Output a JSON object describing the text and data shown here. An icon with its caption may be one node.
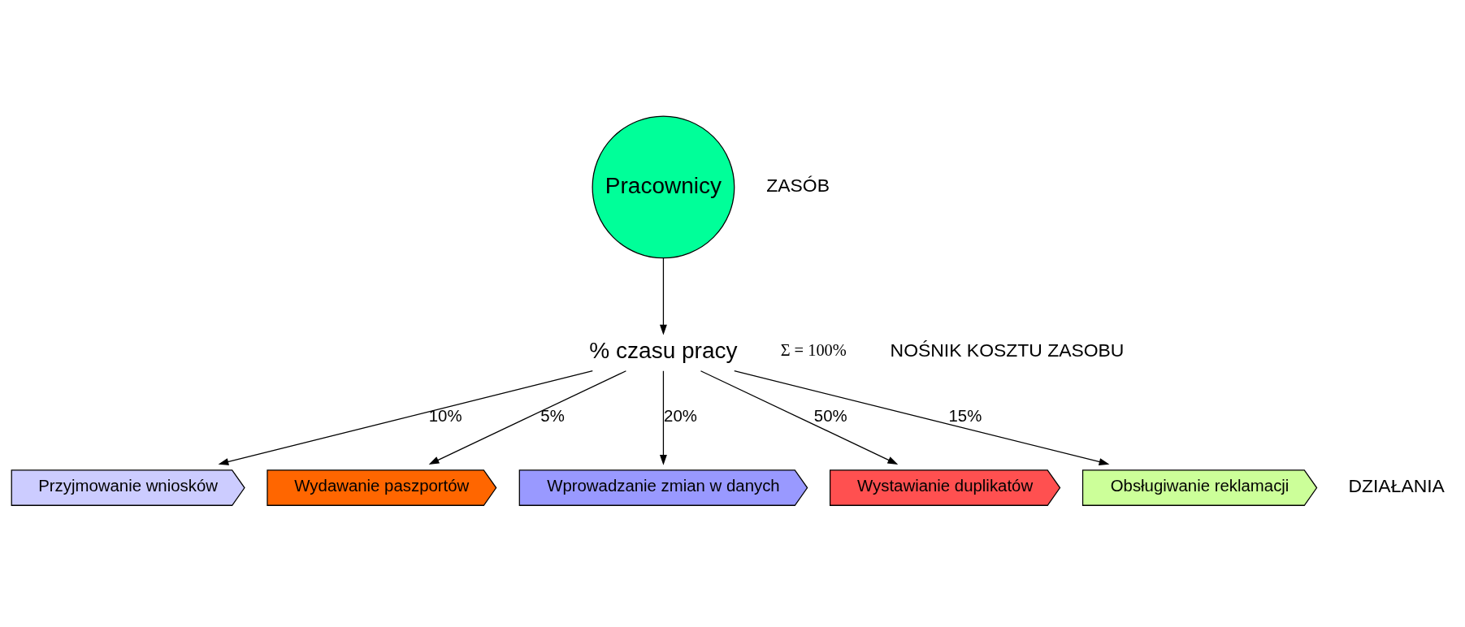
{
  "diagram": {
    "nodes": [
      {
        "text": [
          "Pracownicy"
        ]
      },
      {
        "text": [
          "% czasu pracy"
        ],
        "beside": [
          "Σ = 100%"
        ]
      },
      {
        "text": [
          "Przyjmowanie wniosków"
        ]
      },
      {
        "text": [
          "Wydawanie paszportów"
        ]
      },
      {
        "text": [
          "Wprowadzanie zmian w danych"
        ]
      },
      {
        "text": [
          "Wystawianie duplikatów"
        ]
      },
      {
        "text": [
          "Obsługiwanie reklamacji"
        ]
      }
    ],
    "edges": [
      {
        "from": 0,
        "to": 1,
        "arrow": "to"
      },
      {
        "from": 1,
        "to": 2,
        "arrow": "to",
        "label": "10%"
      },
      {
        "from": 1,
        "to": 3,
        "arrow": "to",
        "label": "5%"
      },
      {
        "from": 1,
        "to": 4,
        "arrow": "to",
        "label": "20%"
      },
      {
        "from": 1,
        "to": 5,
        "arrow": "to",
        "label": "50%"
      },
      {
        "from": 1,
        "to": 6,
        "arrow": "to",
        "label": "15%"
      }
    ],
    "labels": [
      "ZASÓB",
      "NOŚNIK KOSZTU ZASOBU",
      "DZIAŁANIA"
    ]
  }
}
